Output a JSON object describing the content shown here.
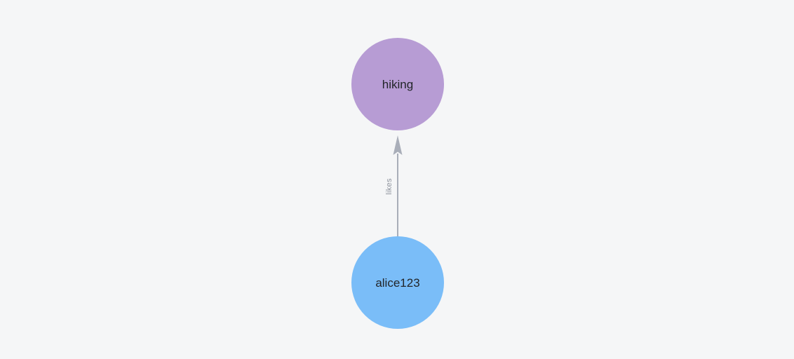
{
  "graph": {
    "background": "#f5f6f7",
    "nodes": [
      {
        "id": "hiking",
        "label": "hiking",
        "color": "#b79cd4",
        "label_color": "#222529",
        "shape": "circle"
      },
      {
        "id": "alice123",
        "label": "alice123",
        "color": "#7abdf8",
        "label_color": "#222529",
        "shape": "circle"
      }
    ],
    "edges": [
      {
        "from": "alice123",
        "to": "hiking",
        "label": "likes",
        "directed": true,
        "color": "#a9aeb9",
        "label_color": "#8d929c"
      }
    ]
  }
}
